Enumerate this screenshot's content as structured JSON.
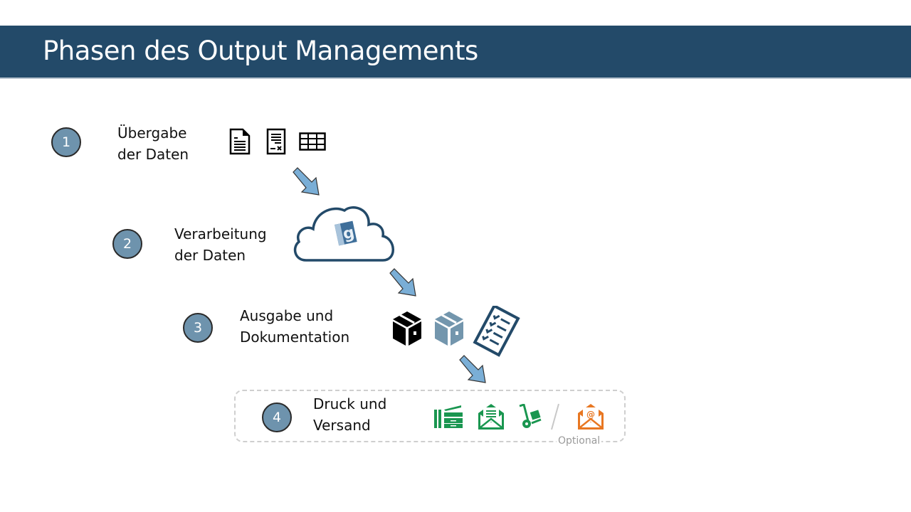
{
  "header": {
    "title": "Phasen des Output Managements",
    "background_color": "#234a69"
  },
  "steps": [
    {
      "number": "1",
      "line1": "Übergabe",
      "line2": "der Daten",
      "icons": [
        "document-icon",
        "form-document-icon",
        "table-icon"
      ]
    },
    {
      "number": "2",
      "line1": "Verarbeitung",
      "line2": "der Daten",
      "icons": [
        "cloud-icon",
        "processing-logo-icon"
      ]
    },
    {
      "number": "3",
      "line1": "Ausgabe und",
      "line2": "Dokumentation",
      "icons": [
        "package-black-icon",
        "package-blue-icon",
        "checklist-icon"
      ]
    },
    {
      "number": "4",
      "line1": "Druck und",
      "line2": "Versand",
      "icons": [
        "printer-icon",
        "letter-icon",
        "hand-truck-icon",
        "email-icon"
      ]
    }
  ],
  "optional_label": "Optional",
  "colors": {
    "step_circle": "#6e93ad",
    "arrow": "#7aaed6",
    "green": "#1a9650",
    "orange": "#e87722",
    "navy": "#234a69",
    "light_blue_pkg": "#7396ad"
  }
}
